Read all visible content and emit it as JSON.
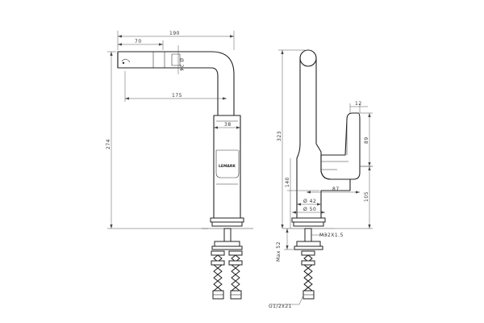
{
  "front_view": {
    "dims": {
      "overall_width": "190",
      "spout_reach": "70",
      "spout_diameter": "Ø 24",
      "outlet_reach": "175",
      "body_width": "38",
      "overall_height": "274"
    },
    "brand": "LEMARK"
  },
  "side_view": {
    "dims": {
      "total_height": "323",
      "handle_offset": "12",
      "handle_height": "89",
      "outlet_height": "140",
      "lever_reach": "87",
      "lever_height": "105",
      "base_diameter_inner": "Ø 42",
      "base_diameter_outer": "Ø 50",
      "mount_thread": "M32X1.5",
      "mount_max": "Max 52",
      "hose_thread": "G1/2x21"
    }
  }
}
